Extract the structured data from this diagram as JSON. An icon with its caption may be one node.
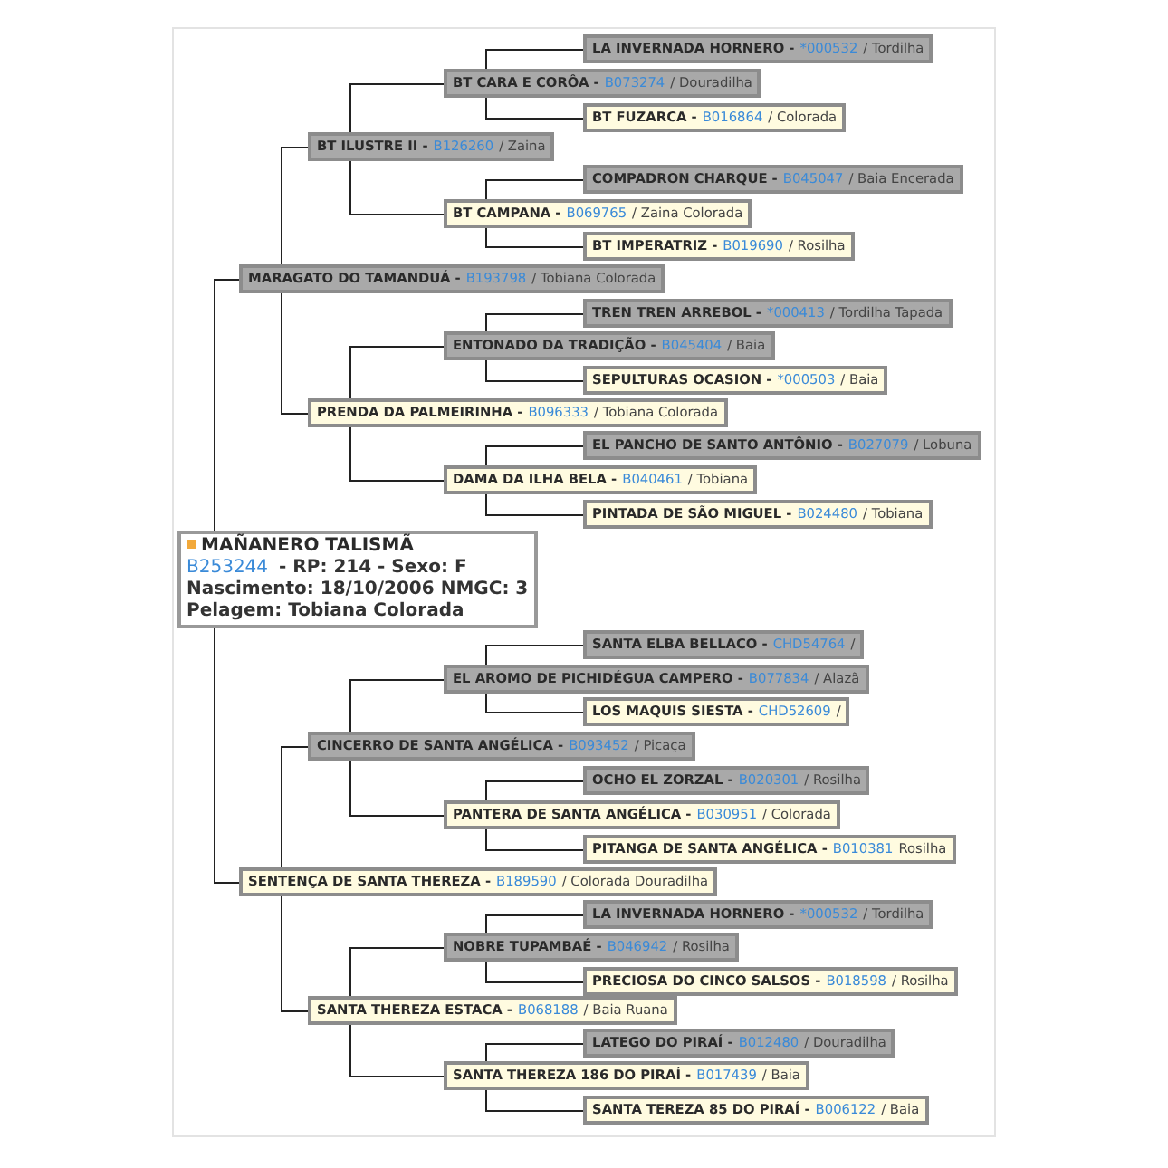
{
  "diagram": {
    "nodes": [
      {
        "text": [
          "LA INVERNADA HORNERO -",
          "*000532",
          "/ Tordilha"
        ]
      },
      {
        "text": [
          "BT CARA E CORÔA -",
          "B073274",
          "/ Douradilha"
        ]
      },
      {
        "text": [
          "BT FUZARCA -",
          "B016864",
          "/ Colorada"
        ]
      },
      {
        "text": [
          "BT ILUSTRE II -",
          "B126260",
          "/ Zaina"
        ]
      },
      {
        "text": [
          "COMPADRON CHARQUE -",
          "B045047",
          "/ Baia Encerada"
        ]
      },
      {
        "text": [
          "BT CAMPANA -",
          "B069765",
          "/ Zaina Colorada"
        ]
      },
      {
        "text": [
          "BT IMPERATRIZ -",
          "B019690",
          "/ Rosilha"
        ]
      },
      {
        "text": [
          "MARAGATO DO TAMANDUÁ -",
          "B193798",
          "/ Tobiana Colorada"
        ]
      },
      {
        "text": [
          "TREN TREN ARREBOL -",
          "*000413",
          "/ Tordilha Tapada"
        ]
      },
      {
        "text": [
          "ENTONADO DA TRADIÇÃO -",
          "B045404",
          "/ Baia"
        ]
      },
      {
        "text": [
          "SEPULTURAS OCASION -",
          "*000503",
          "/ Baia"
        ]
      },
      {
        "text": [
          "PRENDA DA PALMEIRINHA -",
          "B096333",
          "/ Tobiana Colorada"
        ]
      },
      {
        "text": [
          "EL PANCHO DE SANTO ANTÔNIO -",
          "B027079",
          "/ Lobuna"
        ]
      },
      {
        "text": [
          "DAMA DA ILHA BELA -",
          "B040461",
          "/ Tobiana"
        ]
      },
      {
        "text": [
          "PINTADA DE SÃO MIGUEL -",
          "B024480",
          "/ Tobiana"
        ]
      },
      {
        "text": [
          "MAÑANERO TALISMÃ",
          "B253244",
          "- RP: 214 - Sexo: F",
          "Nascimento: 18/10/2006 NMGC: 3",
          "Pelagem: Tobiana Colorada"
        ]
      },
      {
        "text": [
          "SANTA ELBA BELLACO -",
          "CHD54764",
          "/"
        ]
      },
      {
        "text": [
          "EL AROMO DE PICHIDÉGUA CAMPERO -",
          "B077834",
          "/ Alazã"
        ]
      },
      {
        "text": [
          "LOS MAQUIS SIESTA -",
          "CHD52609",
          "/"
        ]
      },
      {
        "text": [
          "CINCERRO DE SANTA ANGÉLICA -",
          "B093452",
          "/ Picaça"
        ]
      },
      {
        "text": [
          "OCHO EL ZORZAL -",
          "B020301",
          "/ Rosilha"
        ]
      },
      {
        "text": [
          "PANTERA DE SANTA ANGÉLICA -",
          "B030951",
          "/ Colorada"
        ]
      },
      {
        "text": [
          "PITANGA DE SANTA ANGÉLICA -",
          "B010381",
          "Rosilha"
        ]
      },
      {
        "text": [
          "SENTENÇA DE SANTA THEREZA -",
          "B189590",
          "/ Colorada Douradilha"
        ]
      },
      {
        "text": [
          "LA INVERNADA HORNERO -",
          "*000532",
          "/ Tordilha"
        ]
      },
      {
        "text": [
          "NOBRE TUPAMBAÉ -",
          "B046942",
          "/ Rosilha"
        ]
      },
      {
        "text": [
          "PRECIOSA DO CINCO SALSOS -",
          "B018598",
          "/ Rosilha"
        ]
      },
      {
        "text": [
          "SANTA THEREZA ESTACA -",
          "B068188",
          "/ Baia Ruana"
        ]
      },
      {
        "text": [
          "LATEGO DO PIRAÍ -",
          "B012480",
          "/ Douradilha"
        ]
      },
      {
        "text": [
          "SANTA THEREZA 186 DO PIRAÍ -",
          "B017439",
          "/ Baia"
        ]
      },
      {
        "text": [
          "SANTA TEREZA 85 DO PIRAÍ -",
          "B006122",
          "/ Baia"
        ]
      }
    ],
    "edges": [
      {
        "from": 15,
        "to": 7,
        "arrow": "none"
      },
      {
        "from": 15,
        "to": 23,
        "arrow": "none"
      },
      {
        "from": 7,
        "to": 3,
        "arrow": "none"
      },
      {
        "from": 7,
        "to": 11,
        "arrow": "none"
      },
      {
        "from": 3,
        "to": 1,
        "arrow": "none"
      },
      {
        "from": 3,
        "to": 5,
        "arrow": "none"
      },
      {
        "from": 1,
        "to": 0,
        "arrow": "none"
      },
      {
        "from": 1,
        "to": 2,
        "arrow": "none"
      },
      {
        "from": 5,
        "to": 4,
        "arrow": "none"
      },
      {
        "from": 5,
        "to": 6,
        "arrow": "none"
      },
      {
        "from": 11,
        "to": 9,
        "arrow": "none"
      },
      {
        "from": 11,
        "to": 13,
        "arrow": "none"
      },
      {
        "from": 9,
        "to": 8,
        "arrow": "none"
      },
      {
        "from": 9,
        "to": 10,
        "arrow": "none"
      },
      {
        "from": 13,
        "to": 12,
        "arrow": "none"
      },
      {
        "from": 13,
        "to": 14,
        "arrow": "none"
      },
      {
        "from": 23,
        "to": 19,
        "arrow": "none"
      },
      {
        "from": 23,
        "to": 27,
        "arrow": "none"
      },
      {
        "from": 19,
        "to": 17,
        "arrow": "none"
      },
      {
        "from": 19,
        "to": 21,
        "arrow": "none"
      },
      {
        "from": 17,
        "to": 16,
        "arrow": "none"
      },
      {
        "from": 17,
        "to": 18,
        "arrow": "none"
      },
      {
        "from": 21,
        "to": 20,
        "arrow": "none"
      },
      {
        "from": 21,
        "to": 22,
        "arrow": "none"
      },
      {
        "from": 27,
        "to": 25,
        "arrow": "none"
      },
      {
        "from": 27,
        "to": 29,
        "arrow": "none"
      },
      {
        "from": 25,
        "to": 24,
        "arrow": "none"
      },
      {
        "from": 25,
        "to": 26,
        "arrow": "none"
      },
      {
        "from": 29,
        "to": 28,
        "arrow": "none"
      },
      {
        "from": 29,
        "to": 30,
        "arrow": "none"
      }
    ]
  }
}
